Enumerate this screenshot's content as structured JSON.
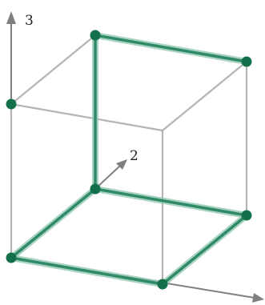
{
  "axes": {
    "x_label": "",
    "y_label": "2",
    "z_label": "3"
  },
  "colors": {
    "axis": "#7f7f7f",
    "edge": "#b4b4b4",
    "highlight": "#2f8a66",
    "highlight_glow": "#8fc4b1",
    "vertex": "#13704a"
  },
  "cube": {
    "vertices": [
      {
        "id": "000",
        "x": 0,
        "y": 0,
        "z": 0,
        "marked": true
      },
      {
        "id": "100",
        "x": 1,
        "y": 0,
        "z": 0,
        "marked": true
      },
      {
        "id": "010",
        "x": 0,
        "y": 1,
        "z": 0,
        "marked": true
      },
      {
        "id": "110",
        "x": 1,
        "y": 1,
        "z": 0,
        "marked": true
      },
      {
        "id": "001",
        "x": 0,
        "y": 0,
        "z": 1,
        "marked": true
      },
      {
        "id": "101",
        "x": 1,
        "y": 0,
        "z": 1,
        "marked": false
      },
      {
        "id": "011",
        "x": 0,
        "y": 1,
        "z": 1,
        "marked": true
      },
      {
        "id": "111",
        "x": 1,
        "y": 1,
        "z": 1,
        "marked": true
      }
    ],
    "edges": [
      {
        "from": "000",
        "to": "100",
        "highlighted": true
      },
      {
        "from": "000",
        "to": "010",
        "highlighted": true
      },
      {
        "from": "010",
        "to": "110",
        "highlighted": true
      },
      {
        "from": "110",
        "to": "100",
        "highlighted": true
      },
      {
        "from": "010",
        "to": "011",
        "highlighted": true
      },
      {
        "from": "011",
        "to": "111",
        "highlighted": true
      },
      {
        "from": "000",
        "to": "001",
        "highlighted": false
      },
      {
        "from": "100",
        "to": "101",
        "highlighted": false
      },
      {
        "from": "110",
        "to": "111",
        "highlighted": false
      },
      {
        "from": "001",
        "to": "101",
        "highlighted": false
      },
      {
        "from": "101",
        "to": "111",
        "highlighted": false
      },
      {
        "from": "001",
        "to": "011",
        "highlighted": false
      }
    ]
  }
}
